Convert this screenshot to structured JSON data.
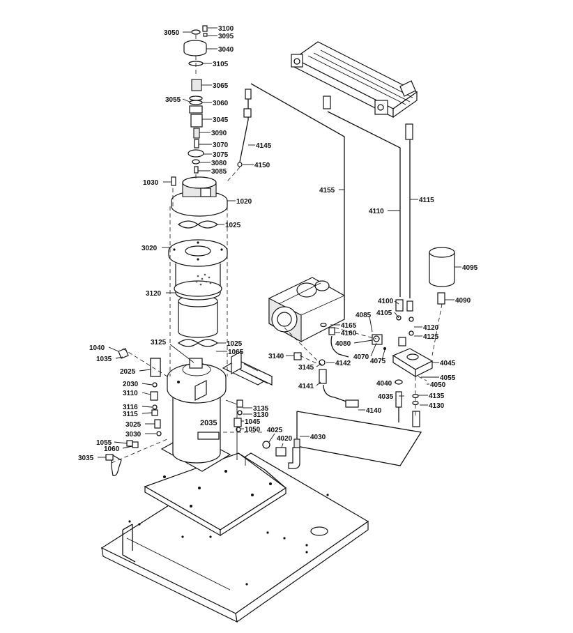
{
  "labels": {
    "l3100": "3100",
    "l3050": "3050",
    "l3095": "3095",
    "l3040": "3040",
    "l3105": "3105",
    "l3065": "3065",
    "l3055": "3055",
    "l3060": "3060",
    "l3045": "3045",
    "l3090": "3090",
    "l3070": "3070",
    "l3075": "3075",
    "l3080": "3080",
    "l3085": "3085",
    "l4145": "4145",
    "l4150": "4150",
    "l1030": "1030",
    "l1020": "1020",
    "l1025a": "1025",
    "l3020": "3020",
    "l3120": "3120",
    "l1025b": "1025",
    "l1065": "1065",
    "l3125": "3125",
    "l1040": "1040",
    "l1035": "1035",
    "l2025": "2025",
    "l2030": "2030",
    "l3110": "3110",
    "l3116": "3116",
    "l3115": "3115",
    "l3135": "3135",
    "l3130": "3130",
    "l3025": "3025",
    "l3030": "3030",
    "l2035": "2035",
    "l1045": "1045",
    "l1050": "1050",
    "l1055": "1055",
    "l1060": "1060",
    "l3035": "3035",
    "l4025": "4025",
    "l4020": "4020",
    "l4030": "4030",
    "l4155": "4155",
    "l4110": "4110",
    "l4115": "4115",
    "l4095": "4095",
    "l4100": "4100",
    "l4090": "4090",
    "l4085": "4085",
    "l4105": "4105",
    "l4120": "4120",
    "l4165": "4165",
    "l4160": "4160",
    "l4125": "4125",
    "l4080": "4080",
    "l3140": "3140",
    "l4070": "4070",
    "l4075": "4075",
    "l4045": "4045",
    "l3145": "3145",
    "l4142": "4142",
    "l4141": "4141",
    "l4040": "4040",
    "l4055": "4055",
    "l4050": "4050",
    "l4035": "4035",
    "l4135": "4135",
    "l4130": "4130",
    "l4140": "4140"
  }
}
